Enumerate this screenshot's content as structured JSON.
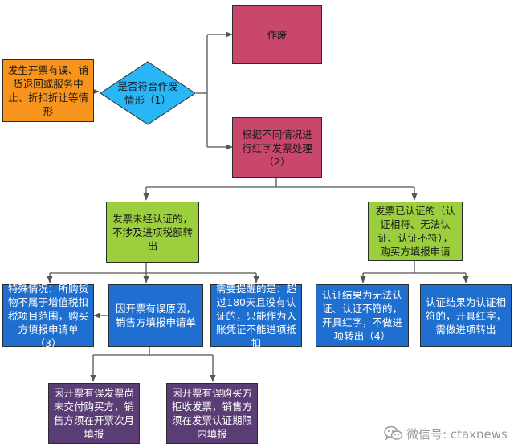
{
  "nodes": {
    "start": "发生开票有误、销货退回或服务中止、折扣折让等情形",
    "decision": "是否符合作废情形（1）",
    "void": "作废",
    "red_invoice": "根据不同情况进行红字发票处理（2）",
    "not_certified": "发票未经认证的，不涉及进项税额转出",
    "certified": "发票已认证的（认证相符、无法认证、认证不符），购买方填报申请",
    "special_case": "特殊情况：所购货物不属于增值税扣税项目范围，购买方填报申请单（3）",
    "seller_error": "因开票有误原因，销售方填报申请单",
    "reminder": "需要提醒的是：超过180天且没有认证的，只能作为入账凭证不能进项抵扣",
    "cert_unable": "认证结果为无法认证、认证不符的，开具红字，不做进项转出（4）",
    "cert_match": "认证结果为认证相符的，开具红字，需做进项转出",
    "undelivered": "因开票有误发票尚未交付购买方，销售方须在开票次月填报",
    "buyer_rejected": "因开票有误购买方拒收发票，销售方须在发票认证期限内填报"
  },
  "footer": {
    "text": "微信号: ctaxnews",
    "icon": "wechat-icon"
  },
  "colors": {
    "orange": "#f7941d",
    "pink": "#c9476b",
    "green": "#9bcf3e",
    "blue": "#1f6fd1",
    "purple": "#5b3d75",
    "diamond": "#29b6f6",
    "line": "#555555"
  }
}
